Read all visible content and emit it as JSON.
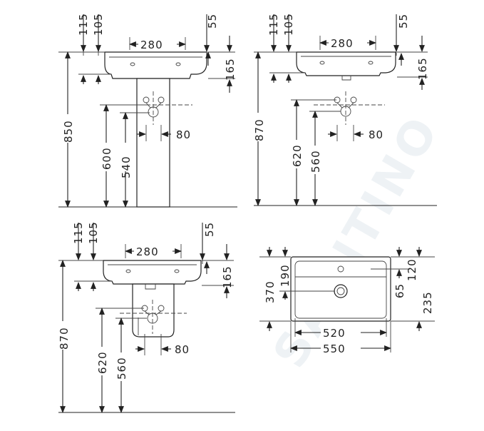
{
  "watermark": "SANITINO",
  "panels": {
    "pedestal": {
      "top_dims": [
        "115",
        "105",
        "280",
        "55"
      ],
      "side_dims": [
        "165"
      ],
      "vertical_dims": [
        "850",
        "600",
        "540"
      ],
      "horizontal_dims": [
        "80"
      ]
    },
    "wall_hung": {
      "top_dims": [
        "115",
        "105",
        "280",
        "55"
      ],
      "side_dims": [
        "165"
      ],
      "vertical_dims": [
        "870",
        "620",
        "560"
      ],
      "horizontal_dims": [
        "80"
      ]
    },
    "semi_pedestal": {
      "top_dims": [
        "115",
        "105",
        "280",
        "55"
      ],
      "side_dims": [
        "165"
      ],
      "vertical_dims": [
        "870",
        "620",
        "560"
      ],
      "horizontal_dims": [
        "80"
      ]
    },
    "plan_view": {
      "left_dims": [
        "370",
        "190"
      ],
      "right_dims": [
        "120",
        "65",
        "235"
      ],
      "bottom_dims": [
        "520",
        "550"
      ]
    }
  }
}
